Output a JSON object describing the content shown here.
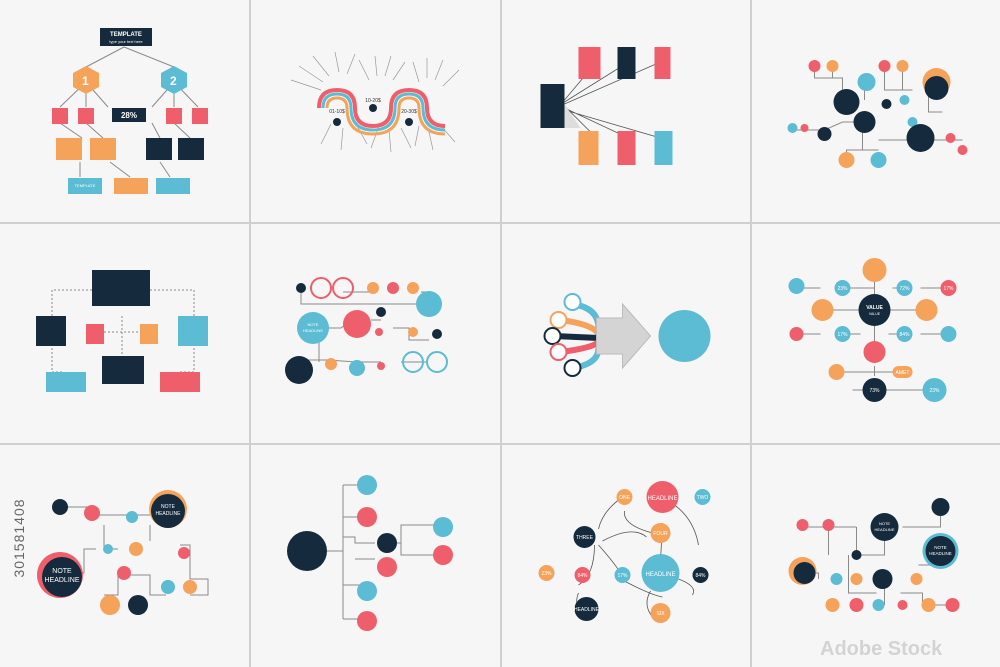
{
  "colors": {
    "navy": "#152a3c",
    "orange": "#f5a35a",
    "pink": "#ee5e6b",
    "blue": "#5bbcd3",
    "line": "#8a8a8a",
    "white": "#ffffff"
  },
  "p1": {
    "template_title": "TEMPLATE",
    "template_sub": "type your text here",
    "hex1_num": "1",
    "hex2_num": "2",
    "percent": "28%",
    "box_label": "TEMPLATE"
  },
  "p2": {
    "ranges": [
      "01-10$",
      "10-20$",
      "20-30$"
    ]
  },
  "p8": {
    "value_title": "VALUE",
    "value_sub": "VALUE",
    "n23a": "23%",
    "n72": "72%",
    "n17a": "17%",
    "n17b": "17%",
    "n84": "84%",
    "n23b": "23%",
    "n73": "73%",
    "amet": "AMET"
  },
  "p6": {
    "note": "NOTE",
    "headline": "HEADLINE"
  },
  "p9": {
    "note": "NOTE",
    "headline": "HEADLINE"
  },
  "p11": {
    "headline_top": "HEADLINE",
    "one": "ONE",
    "two": "TWO",
    "three": "THREE",
    "four": "FOUR",
    "headline_mid": "HEADLINE",
    "n23": "23%",
    "n84a": "84%",
    "n17": "17%",
    "n84b": "84%",
    "headline_bl": "HEADLINE",
    "six": "SIX"
  },
  "p12": {
    "note1": "NOTE",
    "headline1": "HEADLINE",
    "note2": "NOTE",
    "headline2": "HEADLINE"
  },
  "side_id": "301581408",
  "watermark": "Adobe Stock"
}
